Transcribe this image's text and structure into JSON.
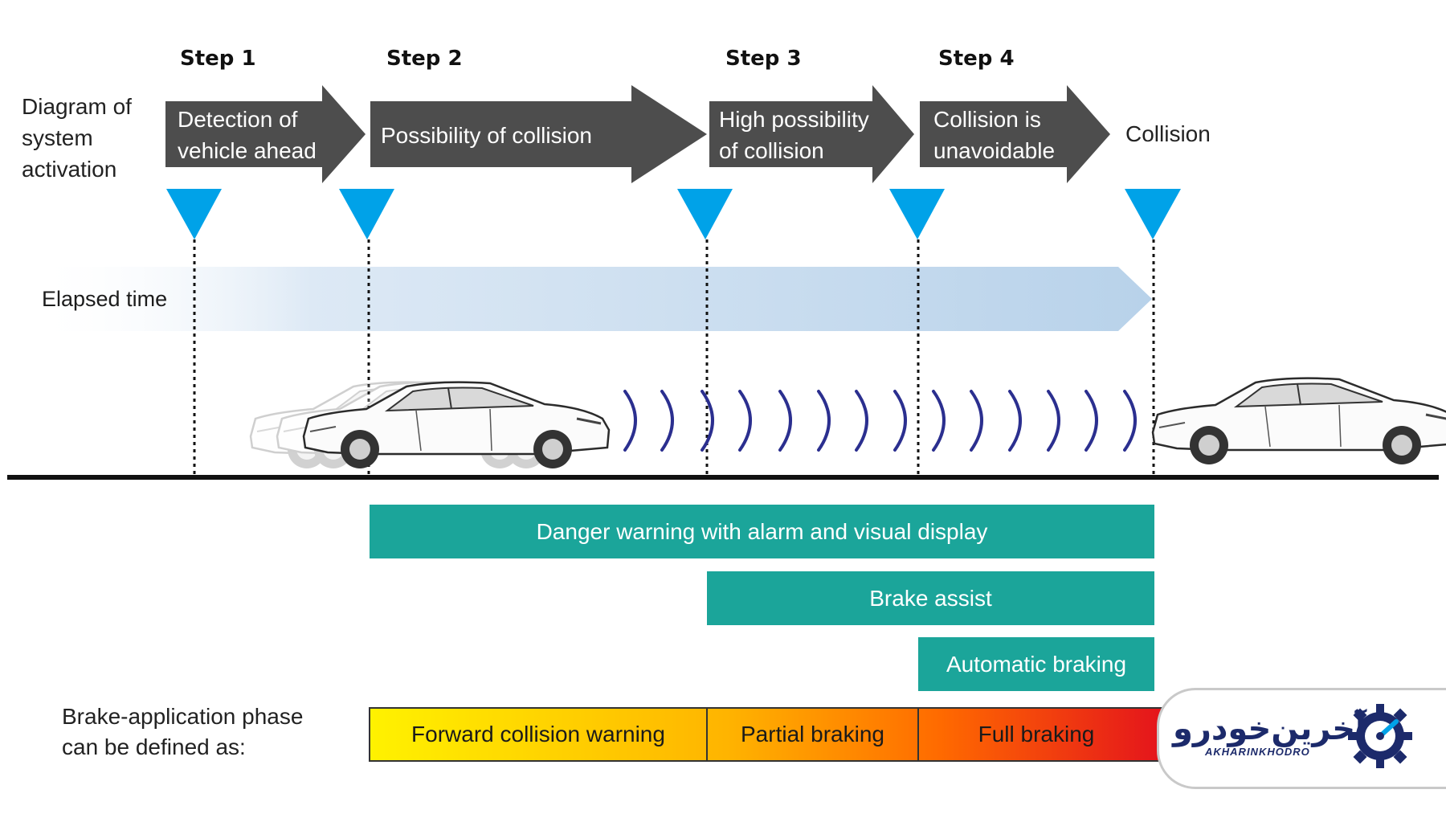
{
  "steps": [
    "Step 1",
    "Step 2",
    "Step 3",
    "Step 4"
  ],
  "side_title": "Diagram of\nsystem\nactivation",
  "arrows": [
    "Detection of\nvehicle ahead",
    "Possibility of collision",
    "High possibility\nof collision",
    "Collision is\nunavoidable"
  ],
  "collision_label": "Collision",
  "elapsed_label": "Elapsed time",
  "bars": {
    "danger": "Danger warning with alarm and visual display",
    "brake_assist": "Brake assist",
    "auto_braking": "Automatic braking"
  },
  "phase_title": "Brake-application phase\ncan be defined as:",
  "phases": [
    "Forward collision warning",
    "Partial braking",
    "Full braking"
  ],
  "logo": {
    "fa": "آخرین‌خودرو",
    "en": "AKHARINKHODRO"
  },
  "colors": {
    "arrow": "#4d4d4d",
    "marker": "#00a2e8",
    "teal": "#1ba59a",
    "elapsed": "#b8d2ea",
    "wave": "#2b2f8f",
    "ground": "#111111",
    "logo": "#1c2a6b"
  }
}
